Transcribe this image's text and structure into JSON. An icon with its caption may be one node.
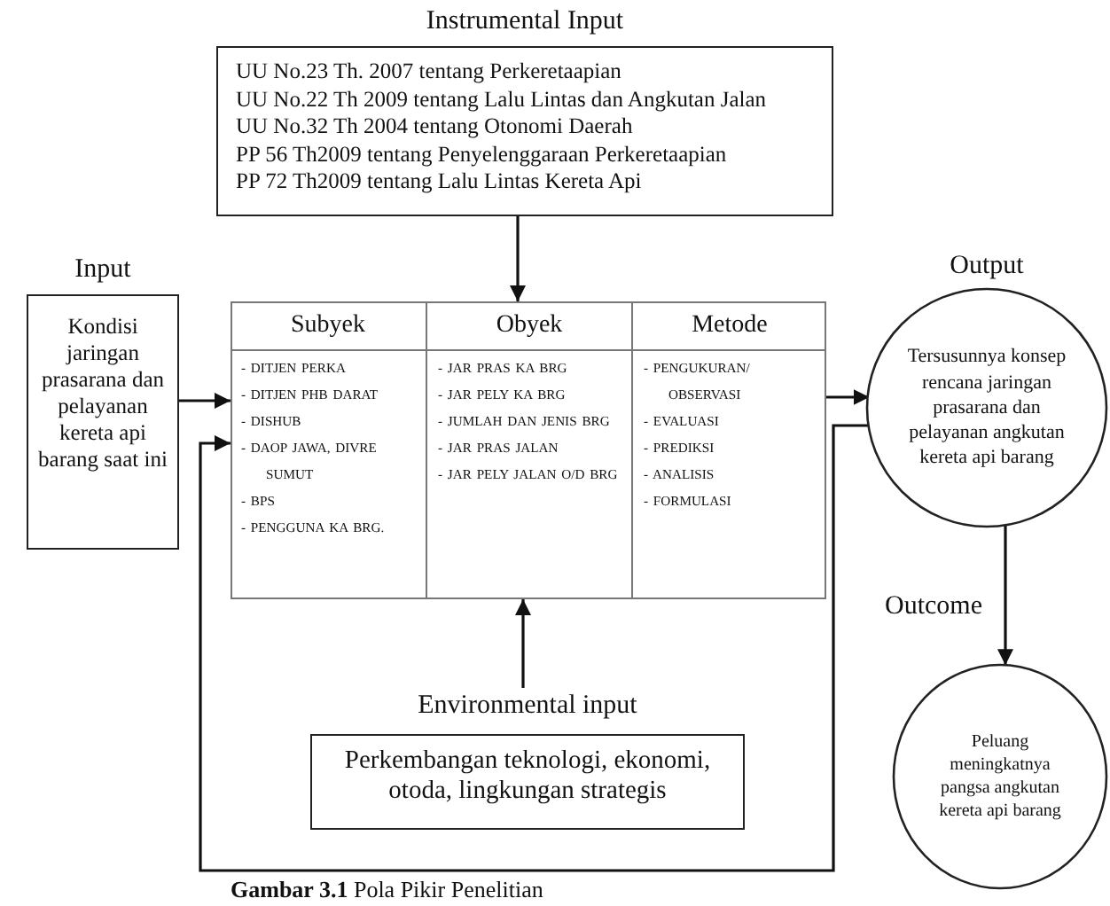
{
  "diagram": {
    "caption": "**Gambar 3.1** Pola Pikir Penelitian",
    "nodes": [
      {
        "text": [
          "Instrumental Input",
          "UU No.23 Th. 2007 tentang Perkeretaapian",
          "UU No.22 Th 2009 tentang Lalu Lintas dan Angkutan Jalan",
          "UU No.32 Th 2004 tentang Otonomi Daerah",
          "PP 56 Th2009 tentang Penyelenggaraan Perkeretaapian",
          "PP 72 Th2009 tentang Lalu Lintas Kereta Api"
        ]
      },
      {
        "text": [
          "Input",
          "Kondisi jaringan prasarana dan pelayanan kereta api barang saat ini"
        ]
      },
      {
        "text": [],
        "shape": "box"
      },
      {
        "text": [
          "Subyek",
          "- DITJEN PERKA",
          "- DITJEN PHB DARAT",
          "- DISHUB",
          "- DAOP JAWA, DIVRE SUMUT",
          "- BPS",
          "- PENGGUNA KA BRG."
        ],
        "in": 2
      },
      {
        "text": [
          "Obyek",
          "- JAR PRAS KA BRG",
          "- JAR PELY KA BRG",
          "- JUMLAH DAN JENIS BRG",
          "- JAR PRAS JALAN",
          "- JAR PELY JALAN O/D BRG"
        ],
        "in": 2
      },
      {
        "text": [
          "Metode",
          "- PENGUKURAN/ OBSERVASI",
          "- EVALUASI",
          "- PREDIKSI",
          "- ANALISIS",
          "- FORMULASI"
        ],
        "in": 2
      },
      {
        "text": [
          "Output",
          "Tersusunnya konsep rencana jaringan prasarana dan pelayanan angkutan kereta api barang"
        ]
      },
      {
        "text": [
          "Peluang meningkatnya pangsa angkutan kereta api barang"
        ]
      },
      {
        "text": [
          "Environmental input",
          "Perkembangan teknologi, ekonomi, otoda, lingkungan strategis"
        ]
      }
    ],
    "edges": [
      {
        "from": 0,
        "to": 2,
        "arrow": "to"
      },
      {
        "from": 1,
        "to": 2,
        "arrow": "to"
      },
      {
        "from": 2,
        "to": 6,
        "arrow": "to"
      },
      {
        "from": 6,
        "to": 7,
        "arrow": "to",
        "label": "Outcome"
      },
      {
        "from": 8,
        "to": 2,
        "arrow": "to"
      },
      {
        "from": 6,
        "to": 2,
        "arrow": "to"
      }
    ]
  }
}
